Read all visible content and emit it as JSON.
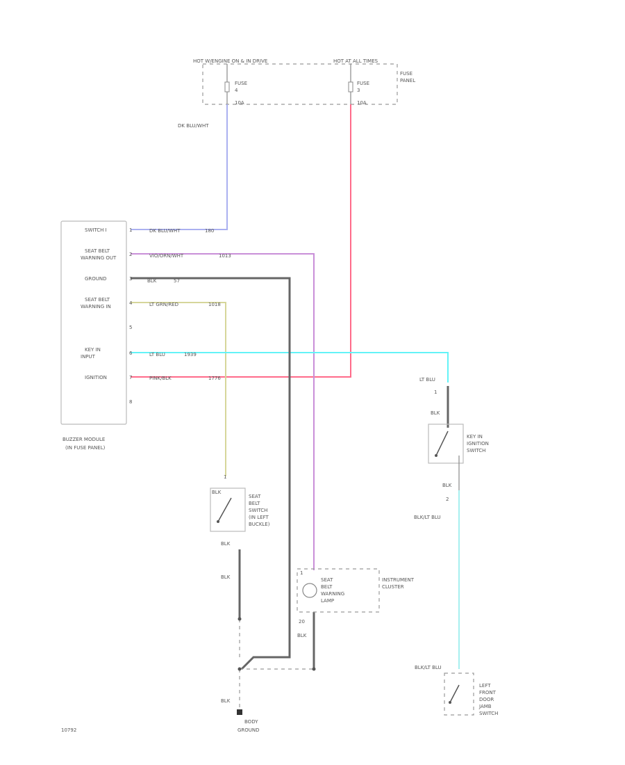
{
  "colors": {
    "blue": "#aab0f0",
    "red": "#ff6b8a",
    "violet": "#c98fd8",
    "yellow_green": "#d6d69a",
    "cyan": "#63f3f7",
    "light_blue": "#a6f0f0",
    "black_wire": "#666666"
  },
  "fuse_panel": {
    "hot_left": "HOT W/ENGINE ON & IN DRIVE",
    "hot_right": "HOT AT ALL TIMES",
    "fuse_left_label": "FUSE",
    "fuse_left_num": "4",
    "fuse_left_amp": "10A",
    "fuse_right_label": "FUSE",
    "fuse_right_num": "3",
    "fuse_right_amp": "10A",
    "panel_line1": "FUSE",
    "panel_line2": "PANEL"
  },
  "wire_top_label": "DK BLU/WHT",
  "buzzer_module": {
    "pins": [
      {
        "label_line1": "SWITCH I",
        "label_line2": "",
        "pin": "1"
      },
      {
        "label_line1": "SEAT BELT",
        "label_line2": "WARNING OUT",
        "pin": "2"
      },
      {
        "label_line1": "GROUND",
        "label_line2": "",
        "pin": "3"
      },
      {
        "label_line1": "SEAT BELT",
        "label_line2": "WARNING IN",
        "pin": "4"
      },
      {
        "label_line1": "",
        "label_line2": "",
        "pin": "5"
      },
      {
        "label_line1": "KEY IN",
        "label_line2": "INPUT",
        "pin": "6"
      },
      {
        "label_line1": "IGNITION",
        "label_line2": "",
        "pin": "7"
      },
      {
        "label_line1": "",
        "label_line2": "",
        "pin": "8"
      }
    ],
    "name_line1": "BUZZER MODULE",
    "name_line2": "(IN FUSE PANEL)"
  },
  "wires": {
    "w1_color": "DK BLU/WHT",
    "w1_num": "180",
    "w2_color": "VIO/ORN/WHT",
    "w2_num": "1013",
    "w3_color": "BLK",
    "w3_num": "57",
    "w4_color": "LT GRN/RED",
    "w4_num": "1018",
    "w6_color": "LT BLU",
    "w6_num": "1939",
    "w7_color": "PINK/BLK",
    "w7_num": "1776"
  },
  "key_switch": {
    "wire_top": "LT BLU",
    "pin_top": "1",
    "wire_mid": "BLK",
    "name_line1": "KEY IN",
    "name_line2": "IGNITION",
    "name_line3": "SWITCH",
    "wire_out": "BLK",
    "pin_out": "2",
    "wire_low": "BLK/LT BLU"
  },
  "belt_switch": {
    "pin_top": "1",
    "wire_top": "BLK",
    "name_line1": "SEAT",
    "name_line2": "BELT",
    "name_line3": "SWITCH",
    "name_line4": "(IN LEFT",
    "name_line5": "BUCKLE)",
    "wire_bottom": "BLK",
    "wire_bottom2": "BLK"
  },
  "lamp": {
    "pin_top": "1",
    "name_line1": "SEAT",
    "name_line2": "BELT",
    "name_line3": "WARNING",
    "name_line4": "LAMP",
    "cluster_line1": "INSTRUMENT",
    "cluster_line2": "CLUSTER",
    "pin_bottom": "20",
    "wire_bottom": "BLK"
  },
  "ground": {
    "wire": "BLK",
    "name_line1": "BODY",
    "name_line2": "GROUND"
  },
  "door_switch": {
    "wire": "BLK/LT BLU",
    "name_line1": "LEFT",
    "name_line2": "FRONT",
    "name_line3": "DOOR",
    "name_line4": "JAMB",
    "name_line5": "SWITCH"
  },
  "footer_code": "10792"
}
